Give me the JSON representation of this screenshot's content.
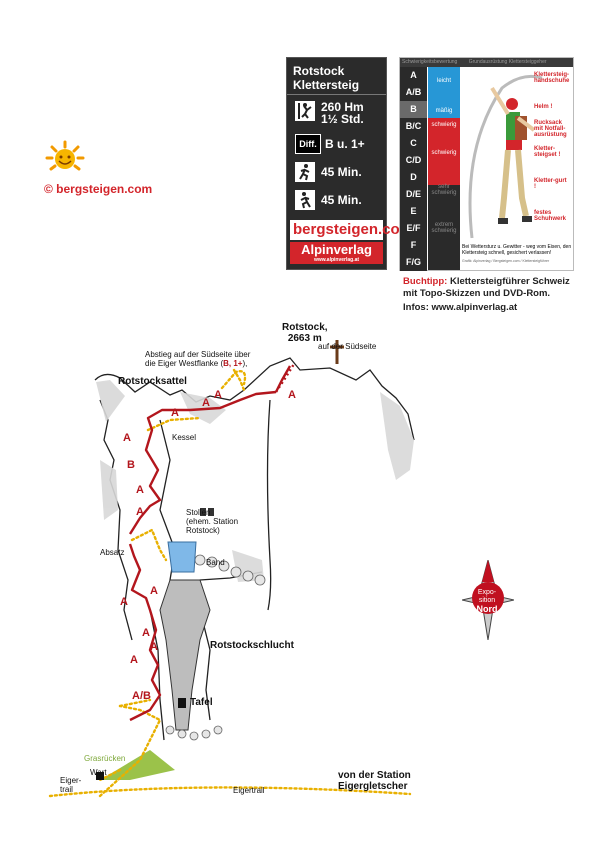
{
  "logo": {
    "copyright": "©  bergsteigen.com"
  },
  "card": {
    "title_line1": "Rotstock",
    "title_line2": "Klettersteig",
    "rows": [
      {
        "icon": "climber-icon",
        "line1": "260 Hm",
        "line2": "1½ Std."
      },
      {
        "icon": "difficulty-badge",
        "badge": "Diff.",
        "line1": "B u. 1+"
      },
      {
        "icon": "hiker-up-icon",
        "line1": "45 Min."
      },
      {
        "icon": "hiker-down-icon",
        "line1": "45 Min."
      }
    ],
    "brand1": "bergsteigen.com",
    "brand2": "Alpinverlag",
    "brand2_url": "www.alpinverlag.at"
  },
  "grade_panel": {
    "header_left": "Schwierigkeitsbewertung",
    "header_right": "Grundausrüstung Klettersteiggeher",
    "grades": [
      "A",
      "A/B",
      "B",
      "B/C",
      "C",
      "C/D",
      "D",
      "D/E",
      "E",
      "E/F",
      "F",
      "F/G"
    ],
    "descriptions": [
      "leicht",
      "mäßig",
      "schwierig",
      "schwierig",
      "sehr schwierig",
      "extrem schwierig"
    ],
    "equipment": [
      "Klettersteig-handschuhe",
      "Helm !",
      "Rucksack mit Notfall-ausrüstung",
      "Kletter-steigset !",
      "Kletter-gurt !",
      "festes Schuhwerk"
    ],
    "footer": "Bei Wettersturz u. Gewitter - weg vom Eisen, den Klettersteig schnell, gesichert verlassen!",
    "credit": "Grafik: Alpinverlag / Bergsteigen.com / Klettersteigführer"
  },
  "buchtipp": {
    "label": "Buchtipp:",
    "text1": " Klettersteigführer Schweiz",
    "text2": "mit Topo-Skizzen und DVD-Rom.",
    "infos": "Infos: www.alpinverlag.at"
  },
  "map": {
    "summit_name": "Rotstock,",
    "summit_height": "2663 m",
    "south_side": "auf der Südseite",
    "descent_line1": "Abstieg auf der Südseite über",
    "descent_line2": "die Eiger Westflanke (",
    "descent_grade": "B, 1+",
    "descent_end": "),",
    "rotstocksattel": "Rotstocksattel",
    "kessel": "Kessel",
    "stollen": "Stollen",
    "stollen_sub1": "(ehem. Station",
    "stollen_sub2": "Rotstock)",
    "absatz": "Absatz",
    "band": "Band",
    "schlucht": "Rotstockschlucht",
    "tafel": "Tafel",
    "grasruecken": "Grasrücken",
    "wart": "Wart",
    "eigertrail_left1": "Eiger-",
    "eigertrail_left2": "trail",
    "eigertrail": "Eigertrail",
    "station1": "von der Station",
    "station2": "Eigergletscher",
    "exposition1": "Expo-",
    "exposition2": "sition",
    "exposition3": "Nord",
    "grades_on_route": [
      "A",
      "A",
      "A",
      "A",
      "A",
      "B",
      "A",
      "A",
      "A",
      "A",
      "A",
      "A",
      "A",
      "A/B"
    ]
  },
  "colors": {
    "route": "#b3161d",
    "path": "#e8b000",
    "rock": "#c8c8c8",
    "lake": "#7fb8e8",
    "grass": "#9bc24a"
  }
}
